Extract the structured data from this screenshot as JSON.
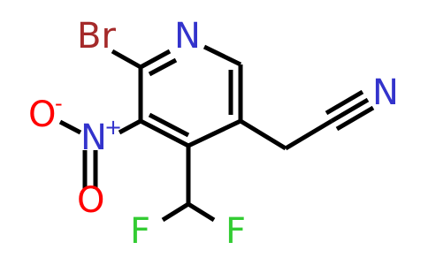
{
  "molecule": {
    "atoms": {
      "br": "Br",
      "n_ring": "N",
      "n_nitrile": "N",
      "n_nitro": "N",
      "nitro_n_charge": "+",
      "o_top": "O",
      "o_top_charge": "-",
      "o_bottom": "O",
      "f_left": "F",
      "f_right": "F"
    },
    "colors": {
      "bond": "#000000",
      "nitrogen": "#3333cc",
      "bromine": "#a52a2a",
      "oxygen": "#ff0000",
      "fluorine": "#33cc33"
    }
  }
}
